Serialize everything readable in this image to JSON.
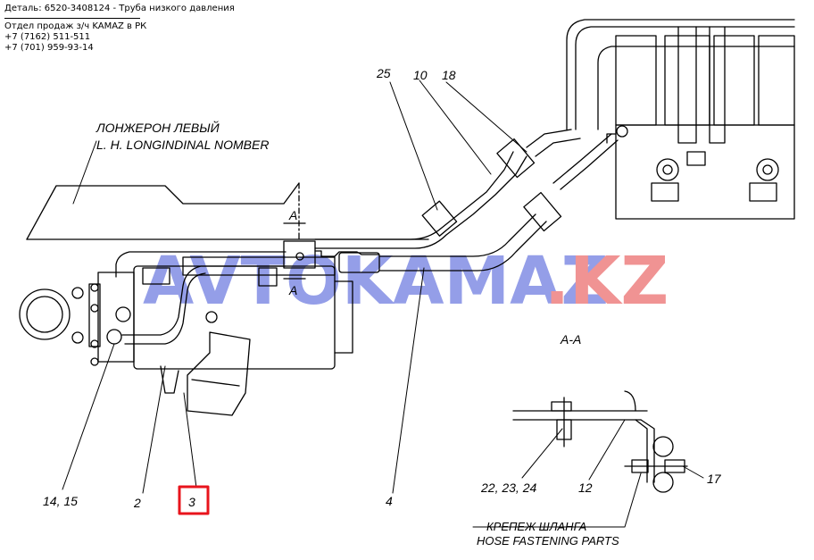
{
  "header": {
    "part_line": "Деталь: 6520-3408124 - Труба низкого давления",
    "dept": "Отдел продаж з/ч KAMAZ в РК",
    "phone1": "+7 (7162) 511-511",
    "phone2": "+7 (701) 959-93-14"
  },
  "diagram": {
    "title_ru": "ЛОНЖЕРОН ЛЕВЫЙ",
    "title_en": "L. H. LONGINDINAL NOMBER",
    "section_marker": "A",
    "section_title": "A-A",
    "callouts": {
      "c25": "25",
      "c10": "10",
      "c18": "18",
      "c14_15": "14, 15",
      "c2": "2",
      "c3": "3",
      "c4": "4",
      "c22_23_24": "22, 23, 24",
      "c12": "12",
      "c17": "17"
    },
    "hose_caption_ru": "КРЕПЕЖ ШЛАНГА",
    "hose_caption_en": "HOSE FASTENING PARTS",
    "highlight_color": "#e8141c"
  },
  "watermark": {
    "part1": "AVTOKAMAZ",
    "part2": ".KZ",
    "color1": "#3d4fd6",
    "color2": "#e53b3b"
  }
}
